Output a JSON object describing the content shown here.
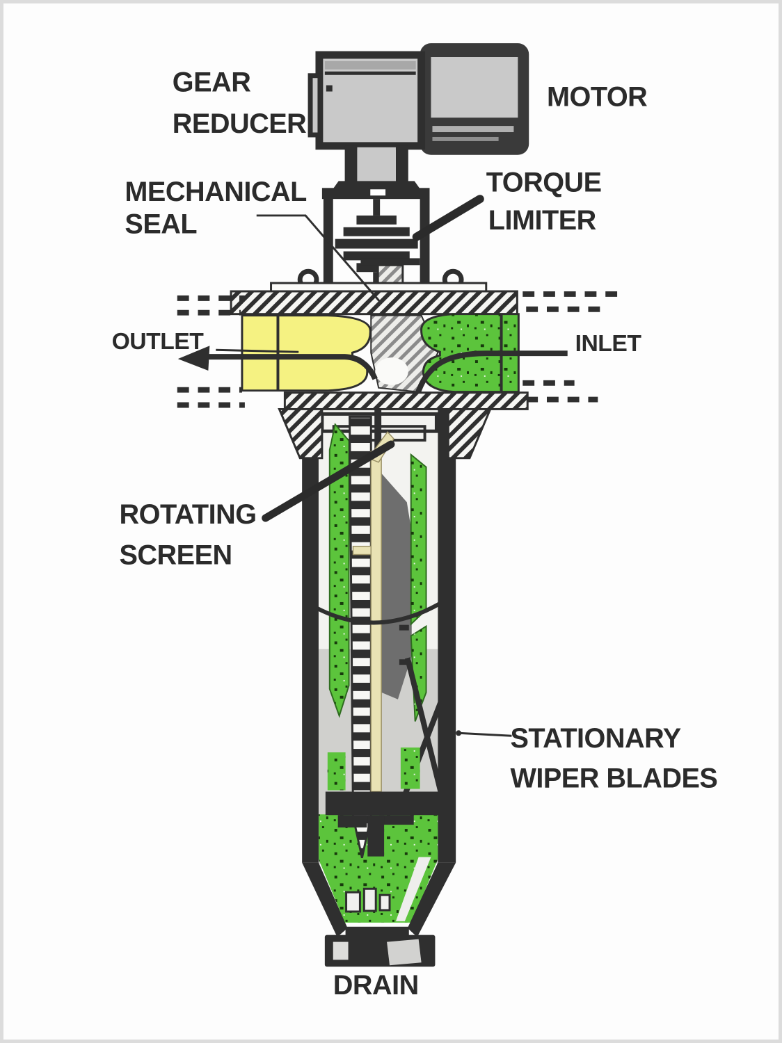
{
  "page": {
    "background": "#fdfdfd",
    "frame_color": "#dcdcdc"
  },
  "diagram": {
    "type": "self-cleaning-strainer-cutaway",
    "labels": {
      "gear_reducer_line1": "GEAR",
      "gear_reducer_line2": "REDUCER",
      "motor": "MOTOR",
      "mechanical_seal_line1": "MECHANICAL",
      "mechanical_seal_line2": "SEAL",
      "torque_limiter_line1": "TORQUE",
      "torque_limiter_line2": "LIMITER",
      "outlet": "OUTLET",
      "inlet": "INLET",
      "rotating_screen_line1": "ROTATING",
      "rotating_screen_line2": "SCREEN",
      "stationary_wiper_blades_line1": "STATIONARY",
      "stationary_wiper_blades_line2": "WIPER BLADES",
      "drain": "DRAIN"
    },
    "colors": {
      "outlet_flow_yellow": "#f5f282",
      "inlet_flow_green": "#5cc43c",
      "ink": "#2e2e2e",
      "metal_light_gray": "#c9c9c9",
      "slab_gray": "#6e6e6e",
      "shaft_cream": "#e9e2b4"
    }
  }
}
